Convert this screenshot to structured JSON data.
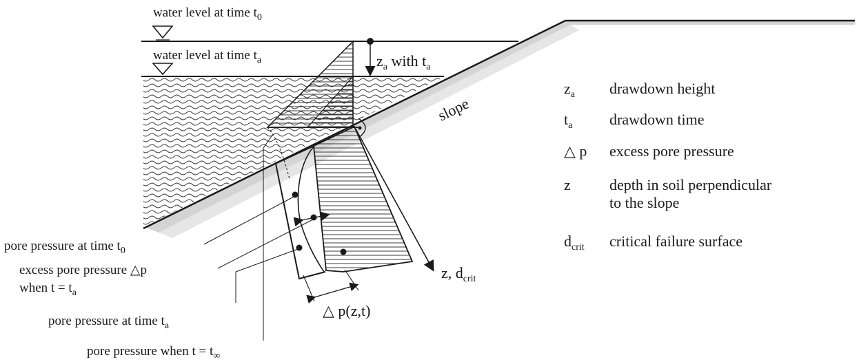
{
  "diagram": {
    "water_level_t0": "water level at time t",
    "water_level_t0_sub": "0",
    "water_level_ta": "water level at time t",
    "water_level_ta_sub": "a",
    "za_with_ta": {
      "z": "z",
      "z_sub": "a",
      "mid": " with t",
      "t_sub": "a"
    },
    "slope": "slope",
    "z_dcrit": {
      "main": "z, d",
      "sub": "crit"
    },
    "delta_p_zt": "△ p(z,t)",
    "pore_t0": {
      "text": "pore pressure at time t",
      "sub": "0"
    },
    "excess_line1": "excess pore pressure △p",
    "excess_line2": {
      "text": "when t = t",
      "sub": "a"
    },
    "pore_ta": {
      "text": "pore pressure at time t",
      "sub": "a"
    },
    "pore_tinf": {
      "text": "pore pressure when t = t",
      "sub": "∞"
    }
  },
  "legend": [
    {
      "symbol": "z",
      "sub": "a",
      "desc": "drawdown height"
    },
    {
      "symbol": "t",
      "sub": "a",
      "desc": "drawdown time"
    },
    {
      "symbol": "△ p",
      "sub": "",
      "desc": "excess pore pressure"
    },
    {
      "symbol": "z",
      "sub": "",
      "desc": "depth in soil perpendicular",
      "desc2": "to the slope"
    },
    {
      "symbol": "d",
      "sub": "crit",
      "desc": "critical failure surface"
    }
  ],
  "colors": {
    "ink": "#1a1a1a",
    "slope_shade": "#d4d4d4",
    "hatch": "#3a3a3a"
  }
}
